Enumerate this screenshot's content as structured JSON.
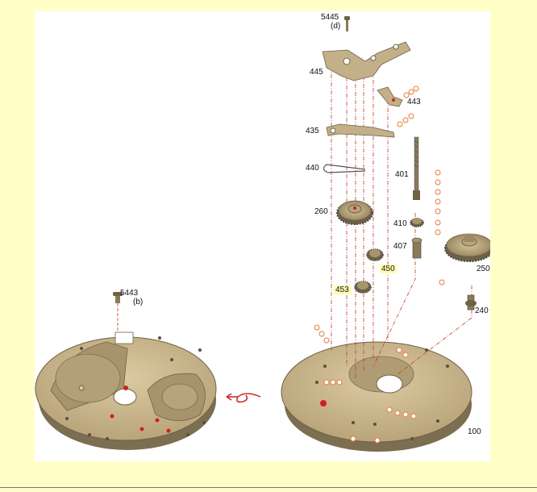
{
  "labels": {
    "p5445": "5445",
    "p5445_sub": "(d)",
    "p445": "445",
    "p443": "443",
    "p435": "435",
    "p440": "440",
    "p401": "401",
    "p260": "260",
    "p410": "410",
    "p407": "407",
    "p450": "450",
    "p453": "453",
    "p250": "250",
    "p240": "240",
    "p100": "100",
    "p5443": "5443",
    "p5443_sub": "(b)"
  },
  "colors": {
    "page_background": "#ffffc7",
    "plate": "#c8b48c",
    "plate_dark": "#8a7a5a",
    "guide_line": "#c0392b",
    "oil_marker": "#e87a3a",
    "jewel": "#cc2222"
  }
}
